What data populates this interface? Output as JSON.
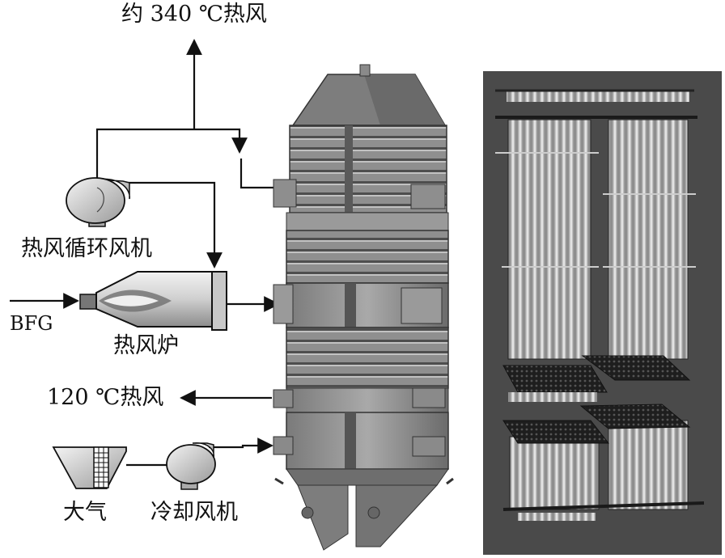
{
  "labels": {
    "hot_air_340": "约 340 ℃热风",
    "circulation_fan": "热风循环风机",
    "bfg": "BFG",
    "hot_stove": "热风炉",
    "hot_air_120": "120 ℃热风",
    "atmosphere": "大气",
    "cooling_fan": "冷却风机"
  },
  "colors": {
    "line": "#111111",
    "tower_dark": "#5c5c5c",
    "tower_mid": "#8a8a8a",
    "tower_light": "#b5b5b5",
    "panel_bg": "#4a4a4a",
    "tube": "#d8d8d8"
  }
}
